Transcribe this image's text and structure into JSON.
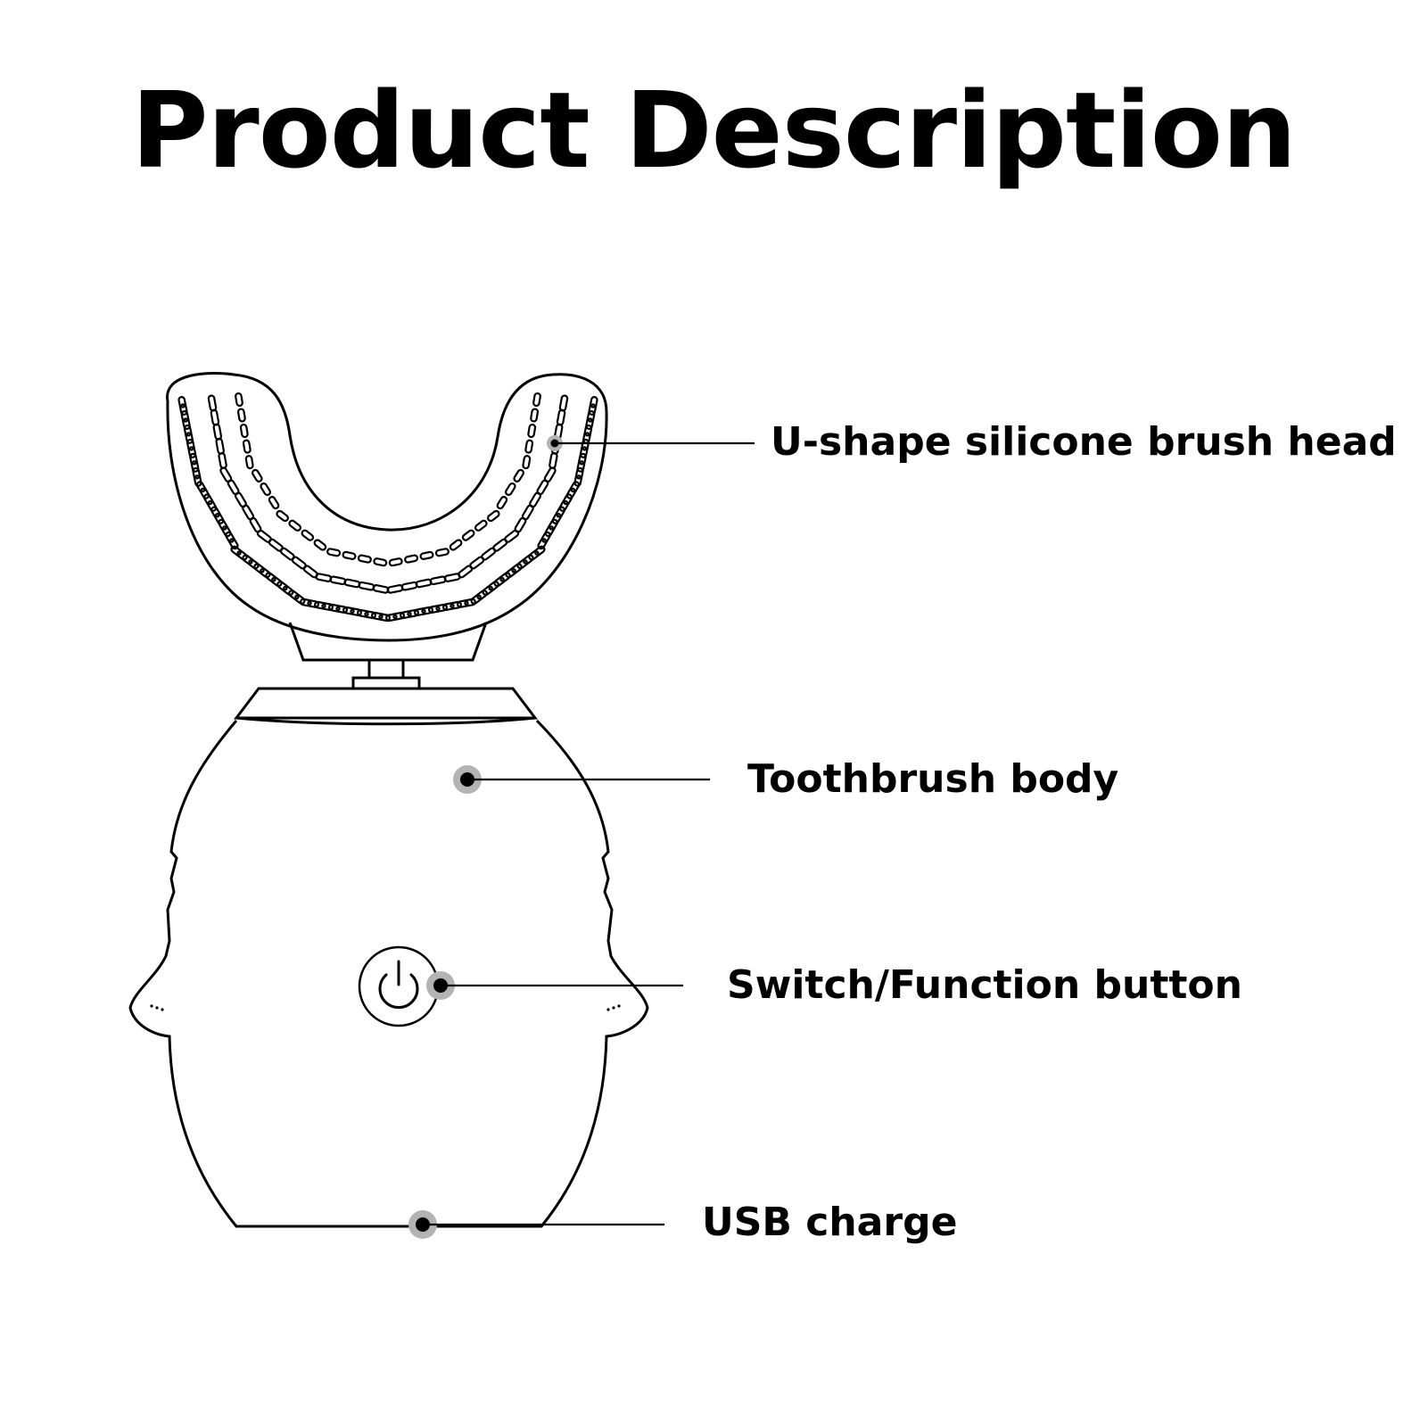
{
  "title": "Product Description",
  "labels": {
    "brush_head": "U-shape silicone brush head",
    "body": "Toothbrush body",
    "switch": "Switch/Function button",
    "usb": "USB charge"
  },
  "colors": {
    "ink": "#000000",
    "marker_ring": "#b3b3b3",
    "background": "#ffffff"
  },
  "icons": {
    "power": "power-icon"
  }
}
